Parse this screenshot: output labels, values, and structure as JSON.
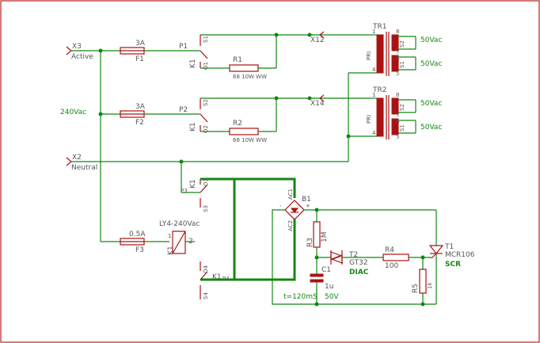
{
  "terminals": {
    "x3": {
      "ref": "X3",
      "name": "Active"
    },
    "x2": {
      "ref": "X2",
      "name": "Neutral"
    },
    "x12": "X12",
    "x14": "X14",
    "supply": "240Vac"
  },
  "fuses": [
    {
      "ref": "F1",
      "rating": "3A"
    },
    {
      "ref": "F2",
      "rating": "3A"
    },
    {
      "ref": "F3",
      "rating": "0.5A"
    }
  ],
  "resistors": {
    "r1": {
      "ref": "R1",
      "value": "68 10W WW"
    },
    "r2": {
      "ref": "R2",
      "value": "68 10W WW"
    },
    "r3": {
      "ref": "R3",
      "value": "1M"
    },
    "r4": {
      "ref": "R4",
      "value": "100"
    },
    "r5": {
      "ref": "R5",
      "value": "1k"
    }
  },
  "relay": {
    "coil_ref": "K1",
    "coil_type": "LY4-240Vac",
    "coil_pin1": "1",
    "coil_pin2": "2",
    "contact_ref": "K1",
    "pins": {
      "p1": "P1",
      "p2": "P2",
      "p3": "P3",
      "p4": "P4",
      "s1": "S1",
      "s2": "S2",
      "s3": "S3",
      "s4": "S4",
      "o1": "O1",
      "o2": "O2",
      "o3": "O3",
      "o4": "O4"
    }
  },
  "transformers": [
    {
      "ref": "TR1",
      "pri": "PRI",
      "s1": "S1",
      "s2": "S2",
      "pin1": "1",
      "pin4": "4",
      "pin5": "5",
      "pin6": "6",
      "pin7": "7",
      "pin8": "8",
      "out1": "50Vac",
      "out2": "50Vac"
    },
    {
      "ref": "TR2",
      "pri": "PRI",
      "s1": "S1",
      "s2": "S2",
      "pin1": "1",
      "pin4": "4",
      "pin5": "5",
      "pin6": "6",
      "pin7": "7",
      "pin8": "8",
      "out1": "50Vac",
      "out2": "50Vac"
    }
  ],
  "bridge": {
    "ref": "B1",
    "ac1": "AC1",
    "ac2": "AC2",
    "plus": "+",
    "minus": "-"
  },
  "capacitor": {
    "ref": "C1",
    "value": "1u",
    "voltage": "50V",
    "note": "t=120mS"
  },
  "diac": {
    "ref": "T2",
    "part": "GT32",
    "type": "DIAC"
  },
  "scr": {
    "ref": "T1",
    "part": "MCR106",
    "type": "SCR"
  }
}
